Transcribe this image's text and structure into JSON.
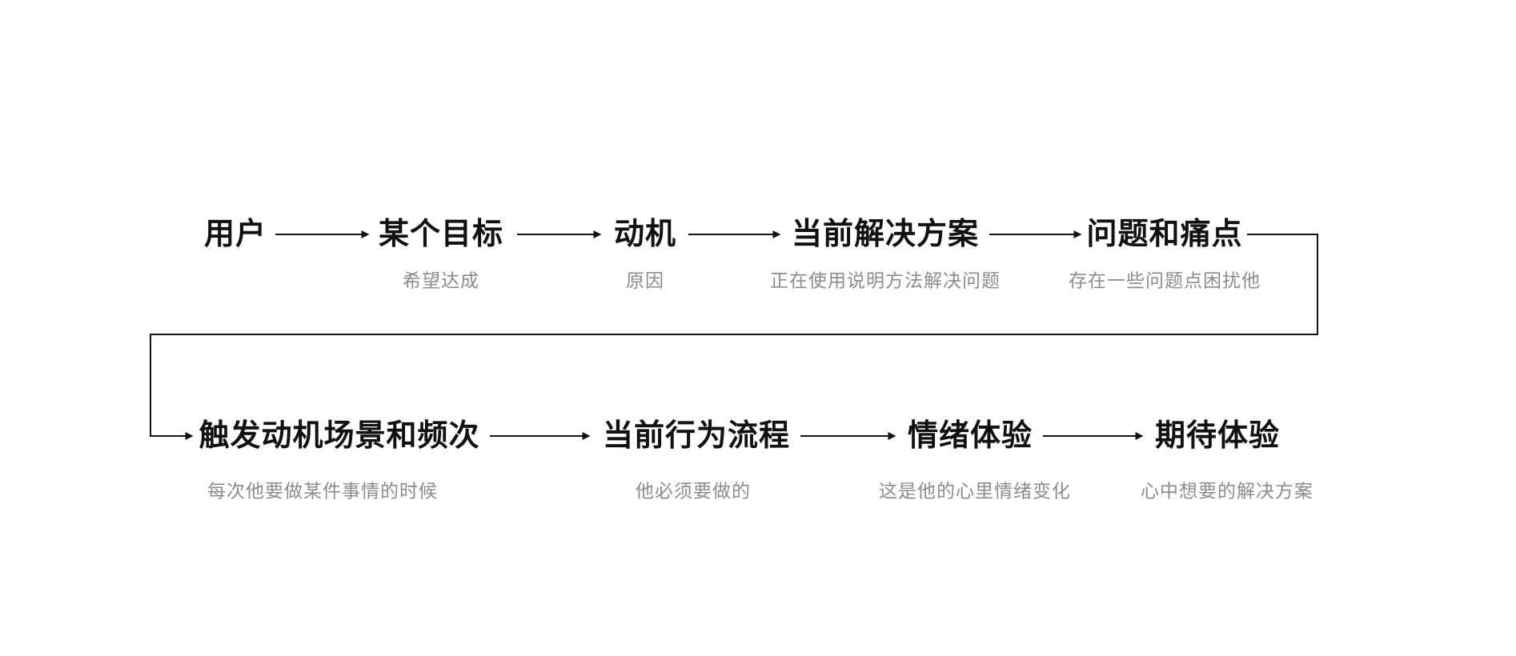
{
  "diagram": {
    "type": "flowchart",
    "background_color": "#ffffff",
    "line_color": "#141414",
    "title_color": "#111111",
    "subtitle_color": "#8c8c8c",
    "rows": [
      {
        "nodes": [
          {
            "title": "用户"
          },
          {
            "title": "某个目标",
            "subtitle": "希望达成"
          },
          {
            "title": "动机",
            "subtitle": "原因"
          },
          {
            "title": "当前解决方案",
            "subtitle": "正在使用说明方法解决问题"
          },
          {
            "title": "问题和痛点",
            "subtitle": "存在一些问题点困扰他"
          }
        ]
      },
      {
        "nodes": [
          {
            "title": "触发动机场景和频次",
            "subtitle": "每次他要做某件事情的时候"
          },
          {
            "title": "当前行为流程",
            "subtitle": "他必须要做的"
          },
          {
            "title": "情绪体验",
            "subtitle": "这是他的心里情绪变化"
          },
          {
            "title": "期待体验",
            "subtitle": "心中想要的解决方案"
          }
        ]
      }
    ],
    "connections": [
      "用户 → 某个目标",
      "某个目标 → 动机",
      "动机 → 当前解决方案",
      "当前解决方案 → 问题和痛点",
      "问题和痛点 → 触发动机场景和频次",
      "触发动机场景和频次 → 当前行为流程",
      "当前行为流程 → 情绪体验",
      "情绪体验 → 期待体验"
    ]
  }
}
